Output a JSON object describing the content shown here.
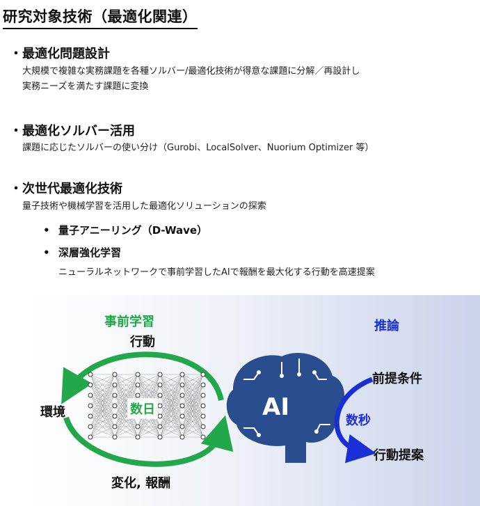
{
  "title": "研究対象技術（最適化関連）",
  "sections": [
    {
      "bullet": "・",
      "heading": "最適化問題設計",
      "lines": [
        "大規模で複雑な実務課題を各種ソルバー/最適化技術が得意な課題に分解／再設計し",
        "実務ニーズを満たす課題に変換"
      ]
    },
    {
      "bullet": "・",
      "heading": "最適化ソルバー活用",
      "lines": [
        "課題に応じたソルバーの使い分け（Gurobi、LocalSolver、Nuorium Optimizer 等）"
      ]
    },
    {
      "bullet": "・",
      "heading": "次世代最適化技術",
      "lines": [
        "量子技術や機械学習を活用した最適化ソリューションの探索"
      ]
    }
  ],
  "subitems": [
    {
      "bullet": "•",
      "label": "量子アニーリング（D-Wave）"
    },
    {
      "bullet": "•",
      "label": "深層強化学習",
      "desc": "ニューラルネットワークで事前学習したAIで報酬を最大化する行動を高速提案"
    }
  ],
  "diagram": {
    "pretrain": "事前学習",
    "action": "行動",
    "environment": "環境",
    "days": "数日",
    "change_reward": "変化, 報酬",
    "ai": "AI",
    "inference": "推論",
    "premise": "前提条件",
    "seconds": "数秒",
    "proposal": "行動提案",
    "colors": {
      "green": "#22a84a",
      "blue": "#1a2fd6",
      "brain": "#2a4d8f"
    }
  }
}
